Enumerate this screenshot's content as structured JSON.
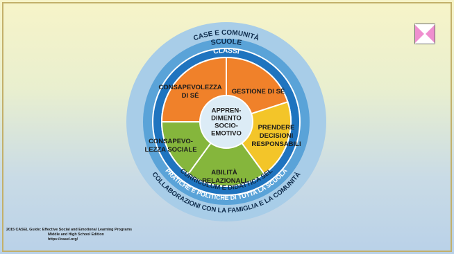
{
  "rings": {
    "outer_top": "CASE E COMUNITÀ",
    "outer_bottom": "COLLABORAZIONI CON LA FAMIGLIA E LA COMUNITÀ",
    "middle_top": "SCUOLE",
    "middle_bottom": "PRATICHE E POLITICHE DI TUTTA LA SCUOLA",
    "inner_top": "CLASSI",
    "inner_bottom": "CURRICULUM E DIDATTICA SEL"
  },
  "segments": [
    {
      "id": "consapevolezza-di-se",
      "lines": [
        "CONSAPEVOLEZZA",
        "DI SÉ"
      ],
      "color": "#f0812a"
    },
    {
      "id": "gestione-di-se",
      "lines": [
        "GESTIONE DI SÉ"
      ],
      "color": "#f0812a"
    },
    {
      "id": "prendere-decisioni",
      "lines": [
        "PRENDERE",
        "DECISIONI",
        "RESPONSABILI"
      ],
      "color": "#f3c529"
    },
    {
      "id": "abilita-relazionali",
      "lines": [
        "ABILITÀ",
        "RELAZIONALI"
      ],
      "color": "#85b63c"
    },
    {
      "id": "consapevolezza-sociale",
      "lines": [
        "CONSAPEVO-",
        "LEZZA SOCIALE"
      ],
      "color": "#85b63c"
    }
  ],
  "center": {
    "lines": [
      "APPREN-",
      "DIMENTO",
      "SOCIO-",
      "EMOTIVO"
    ]
  },
  "citation": {
    "line1": "2015 CASEL Guide:  Effective Social and Emotional Learning Programs",
    "line2": "Middle and High School Edition",
    "line3": "https://casel.org/"
  },
  "colors": {
    "ring_outer": "#a8cde8",
    "ring_middle": "#5aa3d8",
    "ring_inner": "#1f74bf",
    "ring_separator": "#ffffff",
    "orange": "#f0812a",
    "yellow": "#f3c529",
    "green": "#85b63c",
    "center": "#dcecf6",
    "nav_icon": "#ef8fcf"
  },
  "nav_icon": "close-x-icon"
}
